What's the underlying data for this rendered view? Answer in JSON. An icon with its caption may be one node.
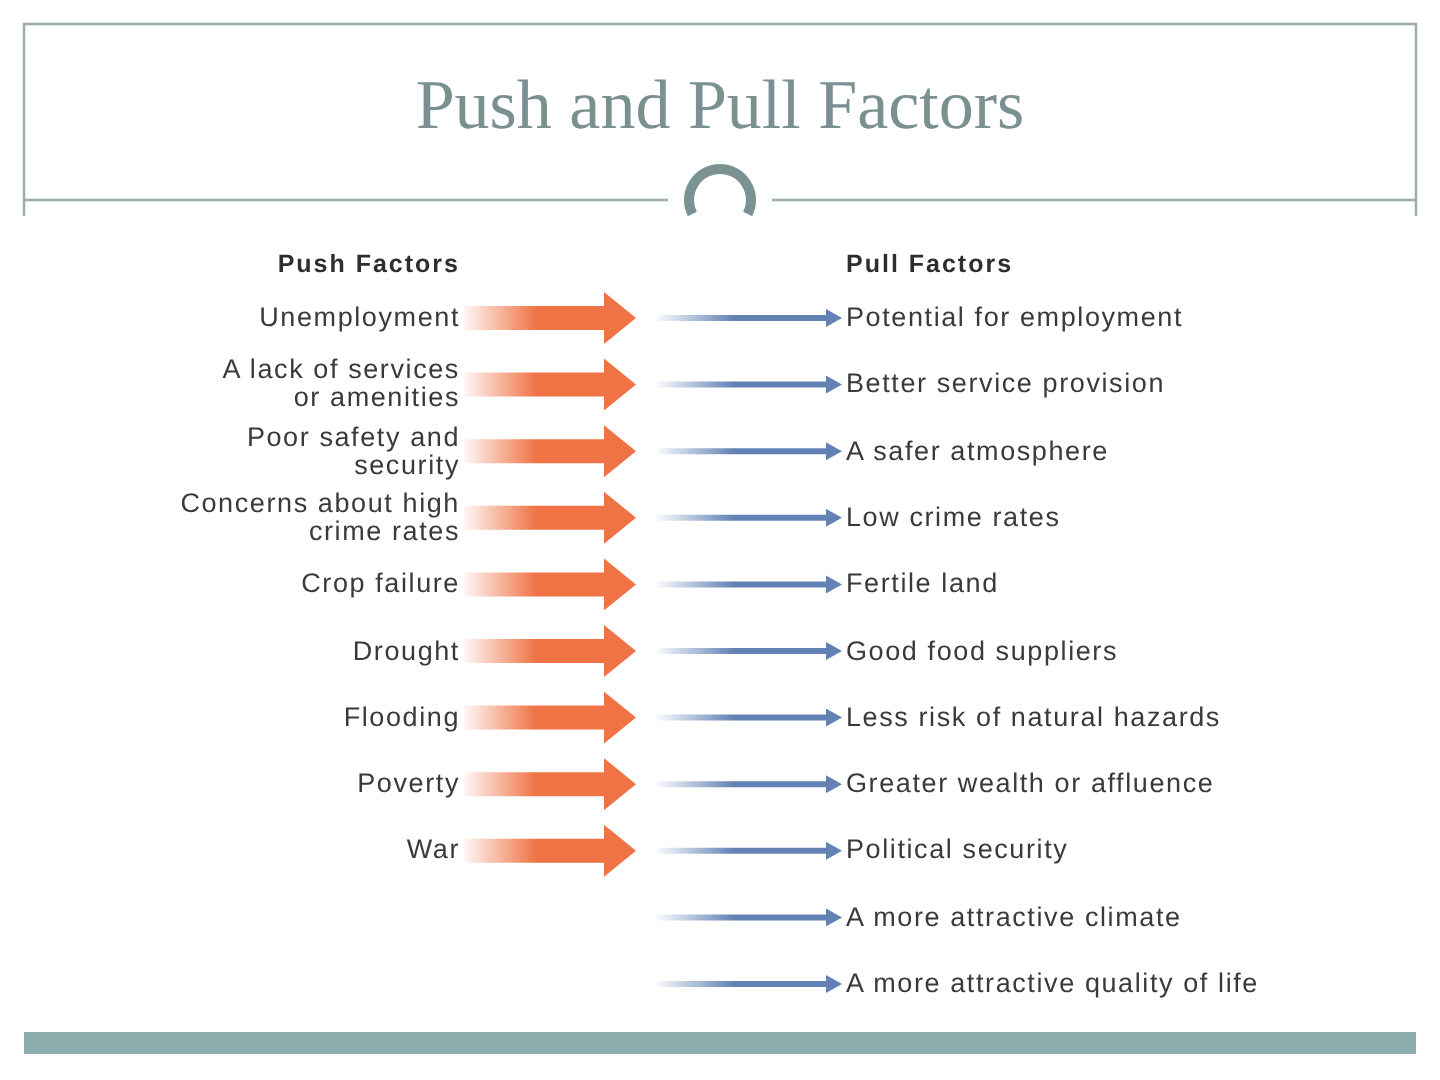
{
  "diagram": {
    "title": "Push and Pull Factors",
    "nodes": [
      {
        "text": [
          "Unemployment"
        ]
      },
      {
        "text": [
          "A lack of services or amenities"
        ]
      },
      {
        "text": [
          "Poor safety and security"
        ]
      },
      {
        "text": [
          "Concerns about high crime rates"
        ]
      },
      {
        "text": [
          "Crop failure"
        ]
      },
      {
        "text": [
          "Drought"
        ]
      },
      {
        "text": [
          "Flooding"
        ]
      },
      {
        "text": [
          "Poverty"
        ]
      },
      {
        "text": [
          "War"
        ]
      },
      {
        "text": [
          "Potential for employment"
        ]
      },
      {
        "text": [
          "Better service provision"
        ]
      },
      {
        "text": [
          "A safer atmosphere"
        ]
      },
      {
        "text": [
          "Low crime rates"
        ]
      },
      {
        "text": [
          "Fertile land"
        ]
      },
      {
        "text": [
          "Good food suppliers"
        ]
      },
      {
        "text": [
          "Less risk of natural hazards"
        ]
      },
      {
        "text": [
          "Greater wealth or affluence"
        ]
      },
      {
        "text": [
          "Political security"
        ]
      },
      {
        "text": [
          "A more attractive climate"
        ]
      },
      {
        "text": [
          "A more attractive quality of life"
        ]
      }
    ],
    "edges": [
      {
        "from": 0,
        "to": null,
        "arrow": "to",
        "style": "thick",
        "color": "#ef7345"
      },
      {
        "from": 1,
        "to": null,
        "arrow": "to",
        "style": "thick",
        "color": "#ef7345"
      },
      {
        "from": 2,
        "to": null,
        "arrow": "to",
        "style": "thick",
        "color": "#ef7345"
      },
      {
        "from": 3,
        "to": null,
        "arrow": "to",
        "style": "thick",
        "color": "#ef7345"
      },
      {
        "from": 4,
        "to": null,
        "arrow": "to",
        "style": "thick",
        "color": "#ef7345"
      },
      {
        "from": 5,
        "to": null,
        "arrow": "to",
        "style": "thick",
        "color": "#ef7345"
      },
      {
        "from": 6,
        "to": null,
        "arrow": "to",
        "style": "thick",
        "color": "#ef7345"
      },
      {
        "from": 7,
        "to": null,
        "arrow": "to",
        "style": "thick",
        "color": "#ef7345"
      },
      {
        "from": 8,
        "to": null,
        "arrow": "to",
        "style": "thick",
        "color": "#ef7345"
      },
      {
        "from": null,
        "to": 9,
        "arrow": "to"
      },
      {
        "from": null,
        "to": 10,
        "arrow": "to"
      },
      {
        "from": null,
        "to": 11,
        "arrow": "to"
      },
      {
        "from": null,
        "to": 12,
        "arrow": "to"
      },
      {
        "from": null,
        "to": 13,
        "arrow": "to"
      },
      {
        "from": null,
        "to": 14,
        "arrow": "to"
      },
      {
        "from": null,
        "to": 15,
        "arrow": "to"
      },
      {
        "from": null,
        "to": 16,
        "arrow": "to"
      },
      {
        "from": null,
        "to": 17,
        "arrow": "to"
      },
      {
        "from": null,
        "to": 18,
        "arrow": "to"
      },
      {
        "from": null,
        "to": 19,
        "arrow": "to"
      }
    ],
    "labels": [
      "Push Factors",
      "Pull Factors"
    ]
  }
}
